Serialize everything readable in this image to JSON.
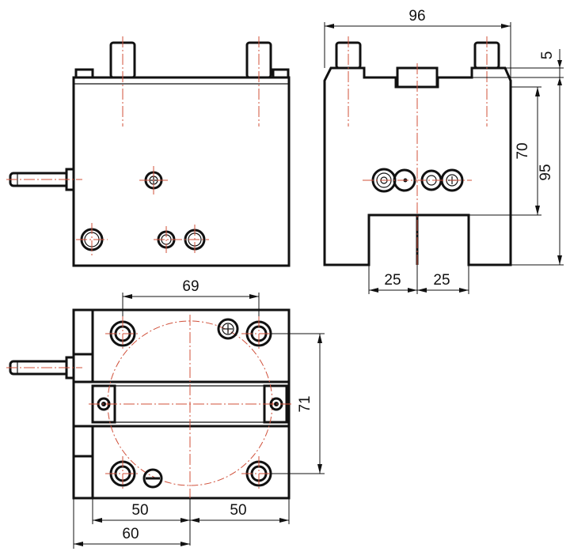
{
  "dimensions": {
    "width_96": "96",
    "step_5": "5",
    "height_70": "70",
    "height_95": "95",
    "slot_left_25": "25",
    "slot_right_25": "25",
    "pitch_69": "69",
    "pitch_71": "71",
    "left_50": "50",
    "right_50": "50",
    "base_60": "60"
  }
}
